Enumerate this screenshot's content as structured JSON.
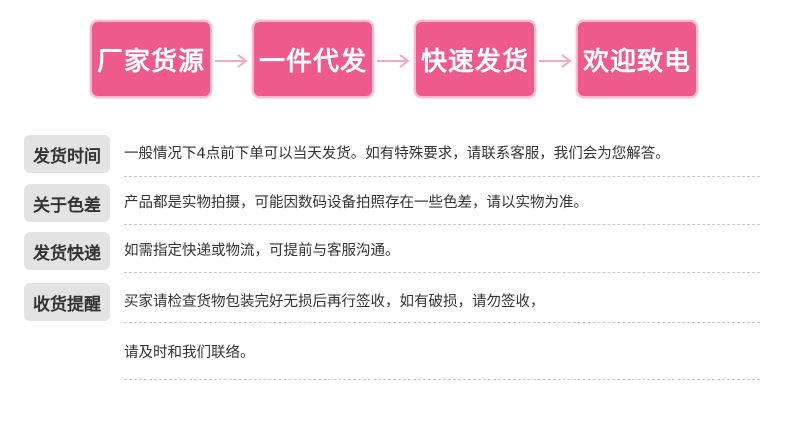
{
  "steps": [
    "厂家货源",
    "一件代发",
    "快速发货",
    "欢迎致电"
  ],
  "colors": {
    "step_fill": "#ef5a8d",
    "arrow": "#f2a7c2",
    "tag_fill": "#e3e3e3"
  },
  "info": [
    {
      "tag": "发货时间",
      "text": "一般情况下4点前下单可以当天发货。如有特殊要求，请联系客服，我们会为您解答。"
    },
    {
      "tag": "关于色差",
      "text": "产品都是实物拍摄，可能因数码设备拍照存在一些色差，请以实物为准。"
    },
    {
      "tag": "发货快递",
      "text": "如需指定快递或物流，可提前与客服沟通。"
    },
    {
      "tag": "收货提醒",
      "text": "买家请检查货物包装完好无损后再行签收，如有破损，请勿签收，",
      "text2": "请及时和我们联络。"
    }
  ]
}
